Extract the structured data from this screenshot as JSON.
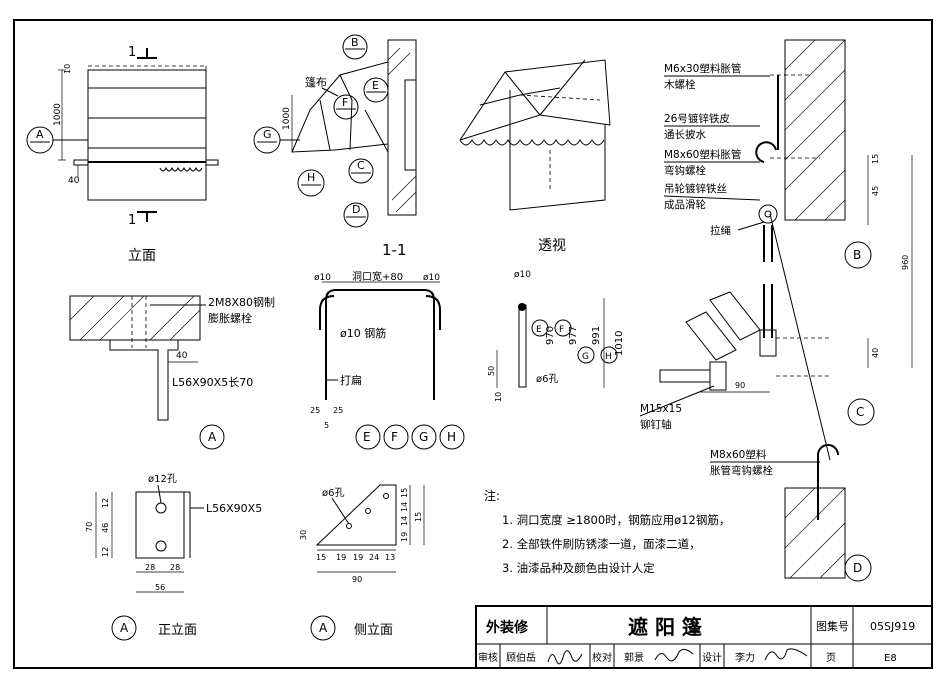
{
  "views": {
    "elevation": {
      "title": "立面",
      "section_mark": "1",
      "dims": [
        "10",
        "1000",
        "40"
      ],
      "callout": "A"
    },
    "section": {
      "title": "1-1",
      "canvas_label": "篷布",
      "dim_1000": "1000",
      "callouts": [
        "B",
        "E",
        "F",
        "G",
        "C",
        "H",
        "D"
      ]
    },
    "perspective": {
      "title": "透视"
    },
    "bracket_detail": {
      "bolt_label": "2M8X80钢制",
      "bolt_label2": "膨胀螺栓",
      "dim_40": "40",
      "angle_label": "L56X90X5长70",
      "callout": "A"
    },
    "rebar_detail": {
      "top_dim_left": "ø10",
      "top_dim_mid": "洞口宽+80",
      "top_dim_right": "ø10",
      "rebar_label": "ø10 钢筋",
      "flat_label": "打扁",
      "dim_25a": "25",
      "dim_25b": "25",
      "dim_5": "5",
      "callouts": [
        "E",
        "F",
        "G",
        "H"
      ]
    },
    "rib_detail": {
      "top_dim": "ø10",
      "dim_50": "50",
      "dim_10": "10",
      "hole_label": "ø6孔",
      "lengths": [
        "970",
        "977",
        "991",
        "1010"
      ],
      "callouts": [
        "E",
        "F",
        "G",
        "H"
      ]
    },
    "plate_front": {
      "hole_label": "ø12孔",
      "angle_label": "L56X90X5",
      "dims_left": [
        "12",
        "46",
        "12",
        "70"
      ],
      "dims_bottom": [
        "28",
        "28",
        "56"
      ],
      "title": "正立面",
      "callout": "A"
    },
    "plate_side": {
      "hole_label": "ø6孔",
      "dims_bottom": [
        "15",
        "19",
        "19",
        "24",
        "13"
      ],
      "dim_total": "90",
      "dims_right": [
        "15",
        "14",
        "14",
        "19",
        "15"
      ],
      "dim_30": "30",
      "title": "侧立面",
      "callout": "A"
    },
    "right_detail": {
      "labels": [
        "M6x30塑料胀管",
        "木螺栓",
        "26号镀锌铁皮",
        "通长披水",
        "M8x60塑料胀管",
        "弯钩螺栓",
        "吊轮镀锌铁丝",
        "成品滑轮",
        "拉绳",
        "M15x15",
        "铆钉轴",
        "M8x60塑料",
        "胀管弯钩螺栓"
      ],
      "dims": [
        "15",
        "45",
        "960",
        "40",
        "90"
      ],
      "callouts": [
        "B",
        "C",
        "D"
      ]
    }
  },
  "notes": {
    "heading": "注:",
    "items": [
      "1. 洞口宽度 ≥1800时，钢筋应用ø12钢筋，",
      "2. 全部铁件刷防锈漆一道，面漆二道，",
      "3. 油漆品种及颜色由设计人定"
    ]
  },
  "title_block": {
    "category": "外装修",
    "drawing_title": "遮 阳 篷",
    "atlas_label": "图集号",
    "atlas_no": "05SJ919",
    "review_label": "审核",
    "reviewer": "顾伯岳",
    "check_label": "校对",
    "checker": "郭景",
    "design_label": "设计",
    "designer": "李力",
    "page_label": "页",
    "page_no": "E8"
  }
}
